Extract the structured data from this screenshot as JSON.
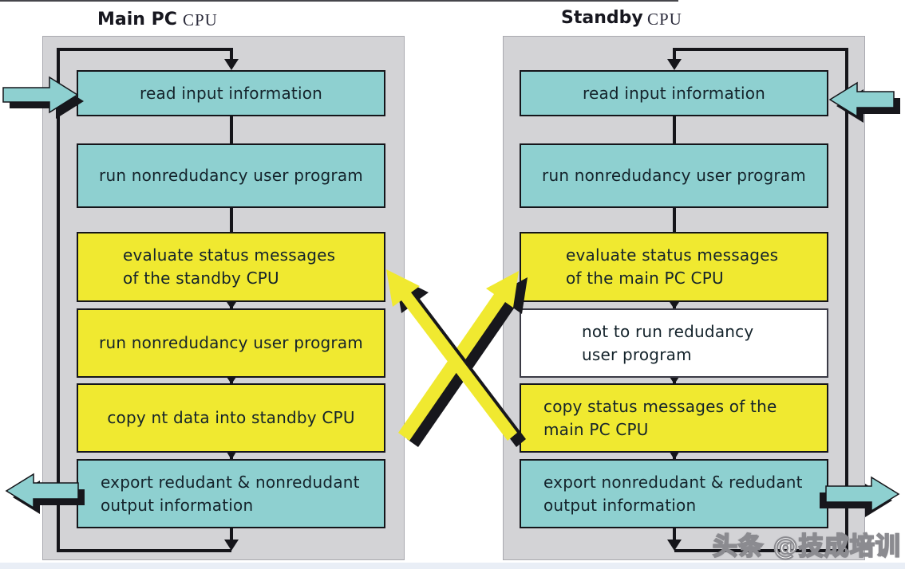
{
  "titles": {
    "left_bold": "Main PC",
    "left_sub": "CPU",
    "right_bold": "Standby",
    "right_sub": "CPU"
  },
  "columns": [
    {
      "name": "main-pc-cpu",
      "boxes": [
        {
          "type": "teal",
          "lines": [
            "read input information"
          ]
        },
        {
          "type": "teal",
          "lines": [
            "run nonredudancy user program"
          ]
        },
        {
          "type": "yellow",
          "lines": [
            "evaluate status messages",
            "of the standby CPU"
          ]
        },
        {
          "type": "yellow",
          "lines": [
            "run nonredudancy user program"
          ]
        },
        {
          "type": "yellow",
          "lines": [
            "copy nt data into standby CPU"
          ]
        },
        {
          "type": "teal",
          "lines": [
            "export redudant & nonredudant",
            "output information"
          ]
        }
      ]
    },
    {
      "name": "standby-cpu",
      "boxes": [
        {
          "type": "teal",
          "lines": [
            "read input information"
          ]
        },
        {
          "type": "teal",
          "lines": [
            "run nonredudancy user program"
          ]
        },
        {
          "type": "yellow",
          "lines": [
            "evaluate status messages",
            "of the main PC CPU"
          ]
        },
        {
          "type": "white",
          "lines": [
            "not to run redudancy",
            "user program"
          ]
        },
        {
          "type": "yellow",
          "lines": [
            "copy status messages of the",
            "main PC CPU"
          ]
        },
        {
          "type": "teal",
          "lines": [
            "export nonredudant & redudant",
            "output information"
          ]
        }
      ]
    }
  ],
  "watermark": "头条 @技成培训",
  "icons": {
    "main_input_arrow": "thick-right-arrow",
    "main_output_arrow": "thick-left-arrow",
    "standby_input_arrow": "thick-left-arrow",
    "standby_output_arrow": "thick-right-arrow",
    "cross_arrow_to_main": "diagonal-up-left-arrow",
    "cross_arrow_to_standby": "diagonal-up-right-arrow"
  },
  "colors": {
    "teal": "#8ed0d0",
    "yellow": "#f0e930",
    "panel": "#d3d3d6",
    "ink": "#15151a",
    "text": "#14232b",
    "arrow_black": "#17171c",
    "watermark_stroke": "#8b8b90",
    "bottom_strip": "#e9eef6"
  }
}
